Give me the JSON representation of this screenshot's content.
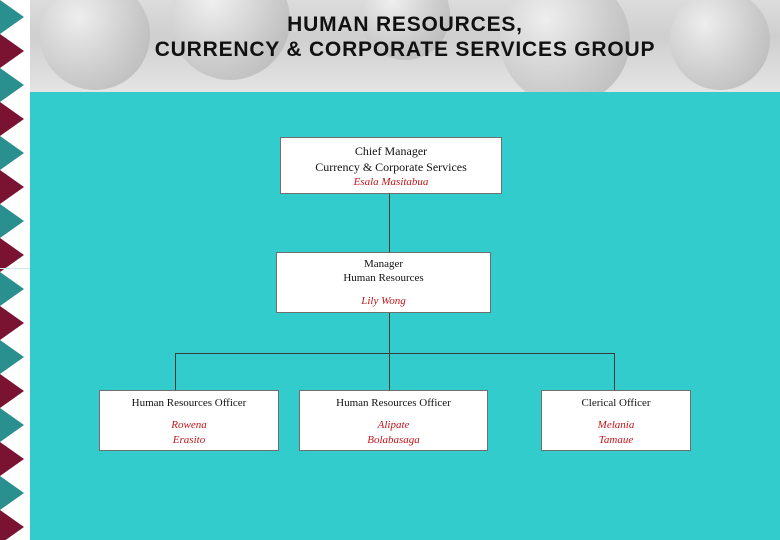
{
  "header": {
    "title_line1": "HUMAN RESOURCES,",
    "title_line2": "CURRENCY & CORPORATE SERVICES GROUP"
  },
  "org": {
    "chief": {
      "title1": "Chief Manager",
      "title2": "Currency & Corporate Services",
      "name": "Esala Masitabua"
    },
    "manager": {
      "title1": "Manager",
      "title2": "Human Resources",
      "name": "Lily Wong"
    },
    "staff": [
      {
        "title": "Human Resources Officer",
        "name1": "Rowena",
        "name2": "Erasito"
      },
      {
        "title": "Human Resources Officer",
        "name1": "Alipate",
        "name2": "Bolabasaga"
      },
      {
        "title": "Clerical Officer",
        "name1": "Melania",
        "name2": "Tamaue"
      }
    ]
  },
  "colors": {
    "background_teal": "#33cccc",
    "name_red": "#c0161b",
    "strip_maroon": "#7a1232",
    "strip_teal": "#2a8f8f"
  }
}
